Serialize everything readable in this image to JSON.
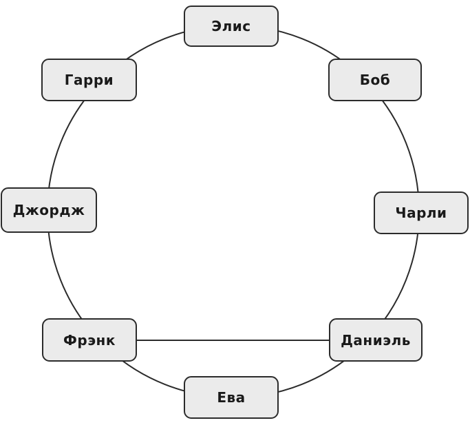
{
  "diagram": {
    "type": "graph",
    "description": "Eight people arranged in a circle and connected in a ring, with one extra chord edge between Frank and Daniel",
    "nodes": [
      {
        "id": "alice",
        "label": "Элис",
        "position": "top"
      },
      {
        "id": "bob",
        "label": "Боб",
        "position": "top-right"
      },
      {
        "id": "charlie",
        "label": "Чарли",
        "position": "right"
      },
      {
        "id": "daniel",
        "label": "Даниэль",
        "position": "bottom-right"
      },
      {
        "id": "eva",
        "label": "Ева",
        "position": "bottom"
      },
      {
        "id": "frank",
        "label": "Фрэнк",
        "position": "bottom-left"
      },
      {
        "id": "george",
        "label": "Джордж",
        "position": "left"
      },
      {
        "id": "harry",
        "label": "Гарри",
        "position": "top-left"
      }
    ],
    "edges": [
      {
        "from": "alice",
        "to": "bob"
      },
      {
        "from": "bob",
        "to": "charlie"
      },
      {
        "from": "charlie",
        "to": "daniel"
      },
      {
        "from": "daniel",
        "to": "eva"
      },
      {
        "from": "eva",
        "to": "frank"
      },
      {
        "from": "frank",
        "to": "george"
      },
      {
        "from": "george",
        "to": "harry"
      },
      {
        "from": "harry",
        "to": "alice"
      },
      {
        "from": "frank",
        "to": "daniel"
      }
    ],
    "colors": {
      "background": "#ffffff",
      "node_fill": "#ebebeb",
      "node_border": "#2b2b2b",
      "edge": "#2b2b2b",
      "text": "#1a1a1a"
    }
  }
}
